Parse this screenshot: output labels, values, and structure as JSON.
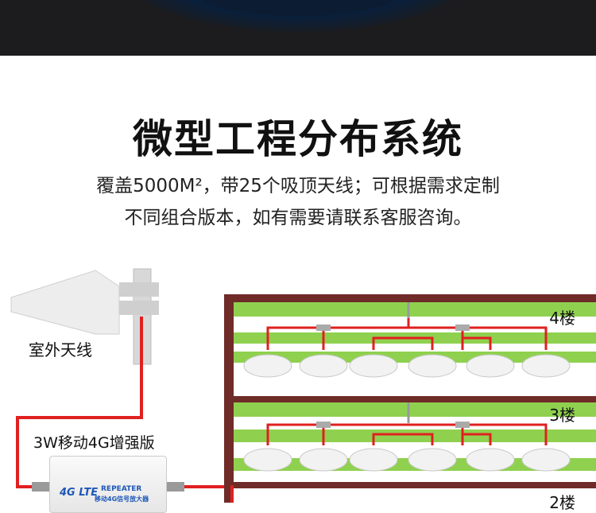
{
  "title": "微型工程分布系统",
  "subtitle_line1": "覆盖5000M²，带25个吸顶天线；可根据需求定制",
  "subtitle_line2": "不同组合版本，如有需要请联系客服咨询。",
  "outdoor_antenna_label": "室外天线",
  "amplifier_label": "3W移动4G增强版",
  "amplifier": {
    "logo": "4G LTE",
    "repeater_text": "REPEATER",
    "chinese_text": "移动4G信号放大器"
  },
  "floors": [
    "4楼",
    "3楼",
    "2楼"
  ],
  "colors": {
    "banner": "#1c1c1e",
    "wall": "#6f2b28",
    "floor_green": "#8fd14f",
    "cable_red": "#e02020"
  }
}
